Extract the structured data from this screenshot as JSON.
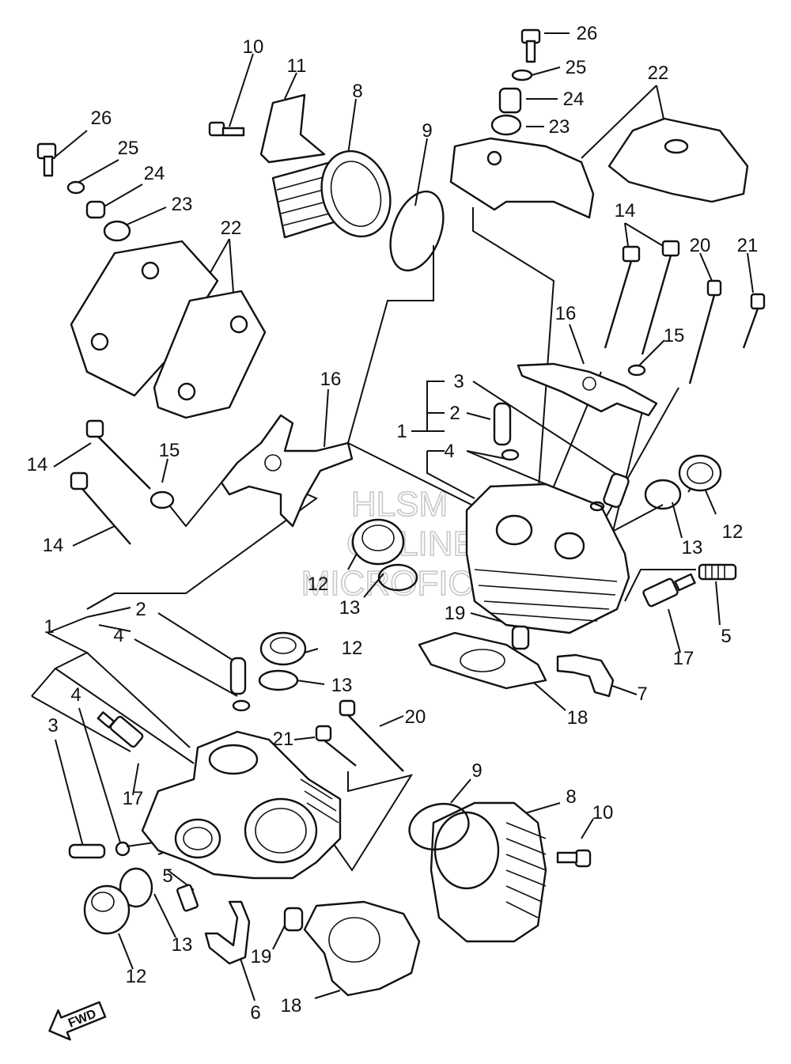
{
  "callouts": {
    "c26a": "26",
    "c25a": "25",
    "c24a": "24",
    "c23a": "23",
    "c22a": "22",
    "c10a": "10",
    "c11": "11",
    "c8a": "8",
    "c9a": "9",
    "c26b": "26",
    "c25b": "25",
    "c24b": "24",
    "c23b": "23",
    "c22b": "22",
    "c14a": "14",
    "c20a": "20",
    "c21a": "21",
    "c16a": "16",
    "c15a": "15",
    "c3a": "3",
    "c2a": "2",
    "c1a": "1",
    "c4a": "4",
    "c12a": "12",
    "c13a": "13",
    "c5a": "5",
    "c17a": "17",
    "c19a": "19",
    "c7": "7",
    "c18a": "18",
    "c16b": "16",
    "c15b": "15",
    "c14b": "14",
    "c14c": "14",
    "c12b": "12",
    "c13b": "13",
    "c2b": "2",
    "c1b": "1",
    "c4b": "4",
    "c4c": "4",
    "c3b": "3",
    "c12c": "12",
    "c13c": "13",
    "c20b": "20",
    "c21b": "21",
    "c17b": "17",
    "c9b": "9",
    "c8b": "8",
    "c10b": "10",
    "c5b": "5",
    "c13d": "13",
    "c12d": "12",
    "c19b": "19",
    "c6": "6",
    "c18b": "18"
  },
  "watermark": {
    "line1": "HLSM",
    "line2": "ONLINE",
    "line3": "MICROFICHE"
  },
  "fwd_label": "FWD",
  "colors": {
    "ink": "#111111",
    "paper": "#ffffff",
    "watermark": "#c8c8c8"
  }
}
